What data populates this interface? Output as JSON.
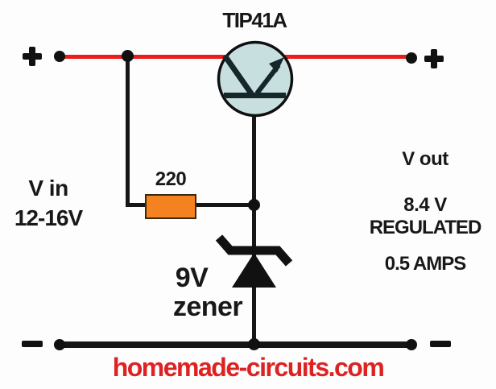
{
  "diagram": {
    "type": "circuit-schematic",
    "transistor": {
      "label": "TIP41A"
    },
    "resistor": {
      "label": "220"
    },
    "zener": {
      "value": "9V",
      "name": "zener"
    },
    "input": {
      "title": "V in",
      "range": "12-16V"
    },
    "output": {
      "title": "V out",
      "voltage": "8.4 V",
      "quality": "REGULATED",
      "current": "0.5 AMPS"
    },
    "credit": "homemade-circuits.com",
    "polarity": {
      "plus": "+",
      "minus": "-"
    },
    "icons": [
      "plus-icon",
      "minus-icon",
      "terminal-dot",
      "junction-dot",
      "transistor-symbol",
      "zener-symbol",
      "resistor-body"
    ],
    "colors": {
      "positive_rail": "#ea1c1c",
      "wire": "#161616",
      "resistor_body": "#f58220",
      "transistor_fill": "#c8dfe0",
      "credit_text": "#dd2222",
      "background": "#fdfdfd"
    }
  }
}
